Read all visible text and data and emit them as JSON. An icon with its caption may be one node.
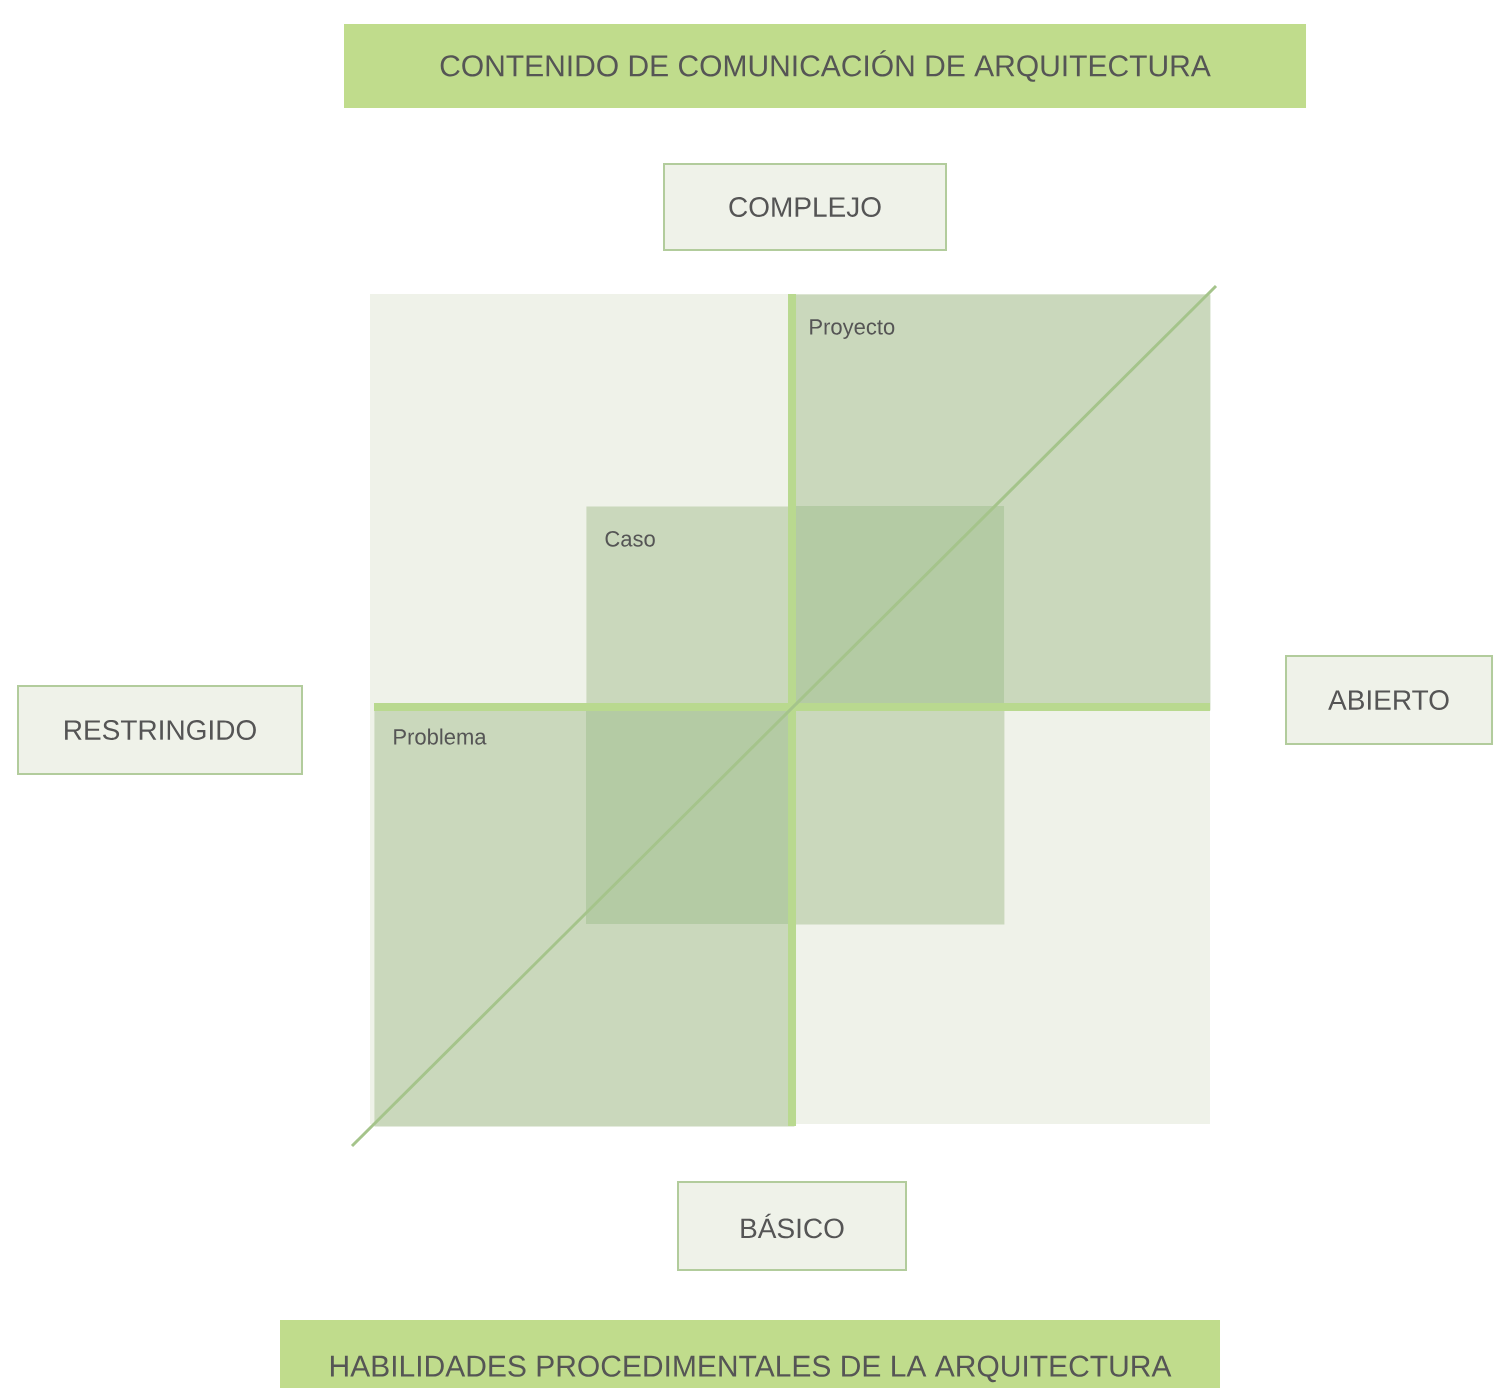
{
  "diagram": {
    "nodes": [
      {
        "text": [
          "CONTENIDO DE COMUNICACIÓN DE ARQUITECTURA"
        ]
      },
      {
        "text": [
          "COMPLEJO"
        ]
      },
      {
        "text": [
          "Proyecto"
        ]
      },
      {
        "text": [
          "Caso"
        ]
      },
      {
        "text": [
          "RESTRINGIDO"
        ]
      },
      {
        "text": [
          "Problema"
        ]
      },
      {
        "text": [
          "ABIERTO"
        ]
      },
      {
        "text": [
          "BÁSICO"
        ]
      },
      {
        "text": [
          "HABILIDADES PROCEDIMENTALES DE LA ARQUITECTURA"
        ]
      }
    ]
  }
}
